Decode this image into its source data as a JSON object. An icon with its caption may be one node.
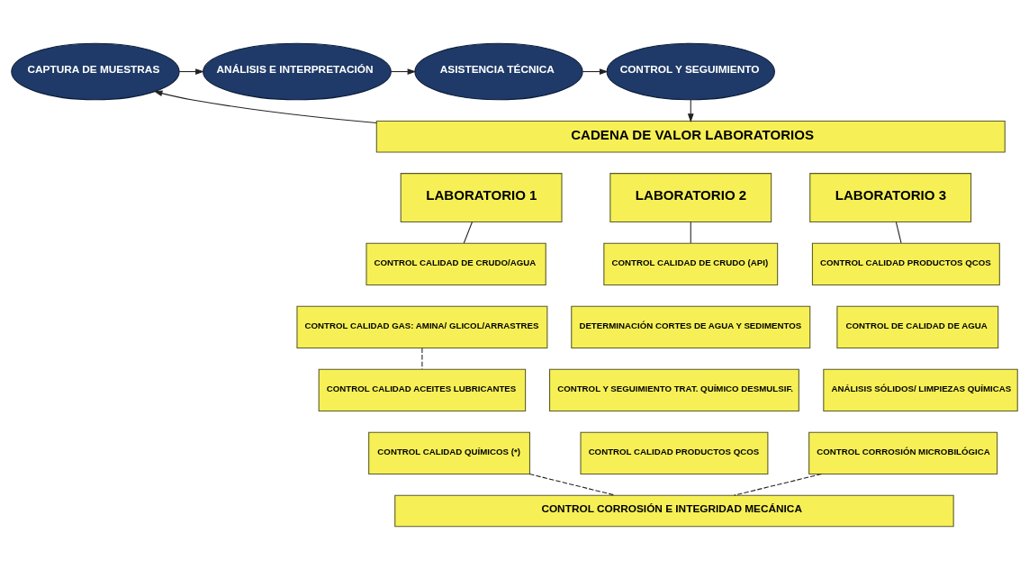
{
  "diagram": {
    "nodes": [
      {
        "text": [
          "CAPTURA DE MUESTRAS"
        ]
      },
      {
        "text": [
          "ANÁLISIS E INTERPRETACIÓN"
        ]
      },
      {
        "text": [
          "ASISTENCIA TÉCNICA"
        ]
      },
      {
        "text": [
          "CONTROL Y SEGUIMIENTO"
        ]
      },
      {
        "text": [
          "CADENA DE VALOR LABORATORIOS"
        ]
      },
      {
        "text": [
          "LABORATORIO 1"
        ]
      },
      {
        "text": [
          "CONTROL CALIDAD DE CRUDO/AGUA"
        ]
      },
      {
        "text": [
          "CONTROL CALIDAD GAS: AMINA/ GLICOL/ARRASTRES"
        ]
      },
      {
        "text": [
          "CONTROL CALIDAD ACEITES LUBRICANTES"
        ]
      },
      {
        "text": [
          "CONTROL CALIDAD QUÍMICOS (*)"
        ]
      },
      {
        "text": [
          "LABORATORIO 2"
        ]
      },
      {
        "text": [
          "CONTROL CALIDAD DE CRUDO (API)"
        ]
      },
      {
        "text": [
          "DETERMINACIÓN CORTES DE AGUA Y SEDIMENTOS"
        ]
      },
      {
        "text": [
          "CONTROL Y SEGUIMIENTO TRAT. QUÍMICO DESMULSIF."
        ]
      },
      {
        "text": [
          "CONTROL CALIDAD PRODUCTOS QCOS"
        ]
      },
      {
        "text": [
          "LABORATORIO 3"
        ]
      },
      {
        "text": [
          "CONTROL CALIDAD PRODUCTOS QCOS"
        ]
      },
      {
        "text": [
          "CONTROL DE CALIDAD DE AGUA"
        ]
      },
      {
        "text": [
          "ANÁLISIS SÓLIDOS/ LIMPIEZAS QUÍMICAS"
        ]
      },
      {
        "text": [
          "CONTROL CORROSIÓN MICROBILÓGICA"
        ]
      },
      {
        "text": [
          "CONTROL CORROSIÓN E INTEGRIDAD MECÁNICA"
        ]
      }
    ],
    "edges": [
      {
        "from": 0,
        "to": 1,
        "arrow": "to"
      },
      {
        "from": 1,
        "to": 2,
        "arrow": "to"
      },
      {
        "from": 2,
        "to": 3,
        "arrow": "to"
      },
      {
        "from": 3,
        "to": 4,
        "arrow": "to"
      },
      {
        "from": 4,
        "to": 0,
        "arrow": "to"
      },
      {
        "from": 5,
        "to": 6,
        "arrow": "none"
      },
      {
        "from": 7,
        "to": 8,
        "arrow": "none",
        "style": "dashed"
      },
      {
        "from": 9,
        "to": 20,
        "arrow": "none",
        "style": "dashed"
      },
      {
        "from": 10,
        "to": 11,
        "arrow": "none"
      },
      {
        "from": 15,
        "to": 16,
        "arrow": "none"
      },
      {
        "from": 19,
        "to": 20,
        "arrow": "none",
        "style": "dashed"
      }
    ]
  }
}
